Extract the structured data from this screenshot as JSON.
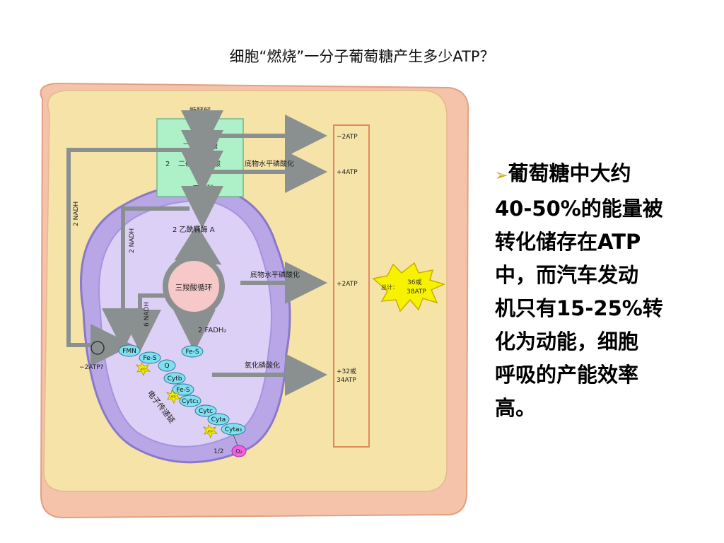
{
  "slide": {
    "title": "细胞“燃烧”一分子葡萄糖产生多少ATP？",
    "text": {
      "line1": "葡萄糖中大约",
      "line2": "40-50%的能量被",
      "line3": "转化储存在ATP",
      "line4": "中，而汽车发动",
      "line5": "机只有15-25%转",
      "line6": "化为动能，细胞",
      "line7": "呼吸的产能效率",
      "line8": "高。"
    }
  },
  "diagram": {
    "glycolysis": {
      "title": "糖酵解",
      "glucose": "葡萄糖",
      "fructose": "二磷酸果糖",
      "glycerate_num": "2",
      "glycerate": "二磷酸甘油酸",
      "pyruvate": "2  丙酮酸"
    },
    "acetyl_coa": "2  乙酰辅酶 A",
    "tca": "三羧酸循环",
    "fadh2": "2  FADH₂",
    "nadh_left": "2 NADH",
    "nadh_mid": "2 NADH",
    "nadh_tca": "6 NADH",
    "substrate_phos_1": "底物水平磷酸化",
    "substrate_phos_2": "底物水平磷酸化",
    "oxidative_phos": "氧化磷酸化",
    "chain_label": "电子传递链",
    "atp_small": "ATP",
    "atp_minus": "−2ATP?",
    "o2": "1/2",
    "o2_label": "O₂",
    "carriers": [
      "FMN",
      "Fe-S",
      "Fe-S",
      "Q",
      "Cytb",
      "Fe-S",
      "Cytc₁",
      "Cytc",
      "Cyta",
      "Cyta₃"
    ],
    "results": [
      "−2ATP",
      "+4ATP",
      "+2ATP",
      "+32或",
      "34ATP"
    ],
    "total": {
      "prefix": "总计：",
      "value1": "36或",
      "value2": "38ATP"
    }
  }
}
